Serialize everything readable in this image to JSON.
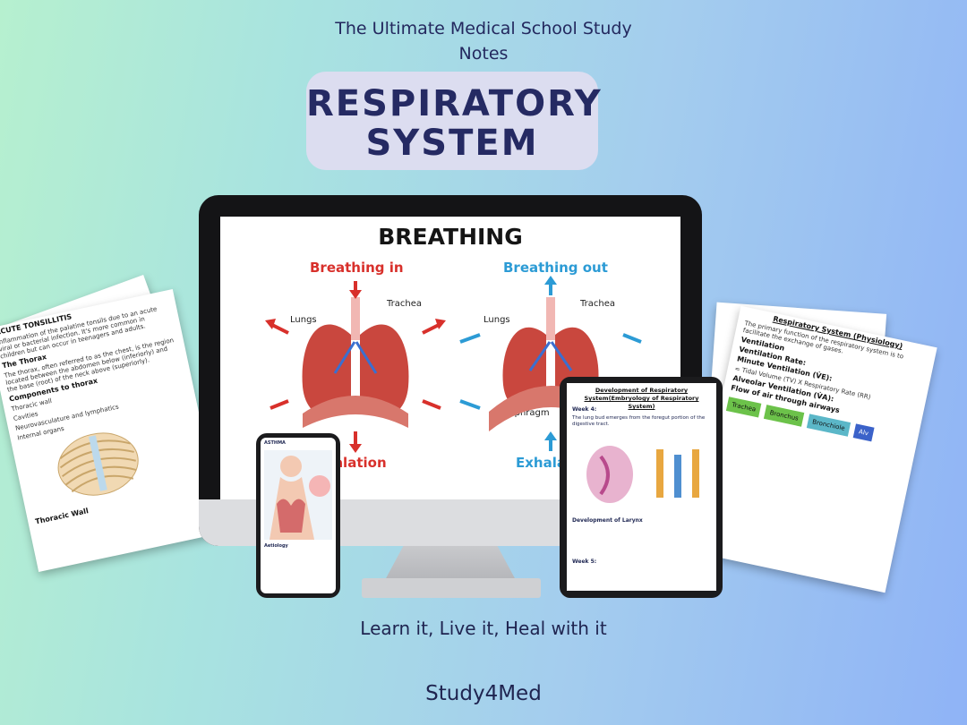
{
  "header": {
    "pre_title_line1": "The Ultimate Medical School Study",
    "pre_title_line2": "Notes",
    "title_line1": "RESPIRATORY",
    "title_line2": "SYSTEM"
  },
  "monitor": {
    "title": "BREATHING",
    "left_heading": "Breathing in",
    "right_heading": "Breathing out",
    "label_trachea_left": "Trachea",
    "label_lungs_left": "Lungs",
    "label_trachea_right": "Trachea",
    "label_lungs_right": "Lungs",
    "label_diaphragm": "Diaphragm",
    "bottom_left": "Inhalation",
    "bottom_right": "Exhalation"
  },
  "left_doc": {
    "heading": "ACUTE TONSILLITIS",
    "line1": "Inflammation of the palatine tonsils due to an acute viral or bacterial infection. It's more common in children but can occur in teenagers and adults.",
    "section": "The Thorax",
    "line2": "The thorax, often referred to as the chest, is the region located between the abdomen below (inferiorly) and the base (root) of the neck above (superiorly).",
    "components": "Components to thorax",
    "items": [
      "Thoracic wall",
      "Cavities",
      "Neurovasculature and lymphatics",
      "Internal organs"
    ],
    "footer": "Thoracic Wall"
  },
  "right_doc": {
    "heading": "Respiratory System (Physiology)",
    "line1": "The primary function of the respiratory system is to facilitate the exchange of gases.",
    "ventilation": "Ventilation",
    "ventilation_rate": "Ventilation Rate:",
    "minute_ventilation": "Minute Ventilation (V̇E):",
    "formula": "= Tidal Volume (TV) X Respiratory Rate (RR)",
    "alveolar": "Alveolar Ventilation (V̇A):",
    "airways": "Flow of air through airways",
    "flow": [
      "Trachea",
      "Bronchus",
      "Bronchiole",
      "Alv"
    ]
  },
  "tablet": {
    "title": "Development of Respiratory System(Embryology of Respiratory System)",
    "week": "Week 4:",
    "line1": "The lung bud emerges from the foregut portion of the digestive tract.",
    "larynx": "Development of Larynx",
    "week5": "Week 5:"
  },
  "phone": {
    "heading": "ASTHMA",
    "aetiology": "Aetiology"
  },
  "footer": {
    "tagline": "Learn it, Live it, Heal with it",
    "brand": "Study4Med"
  }
}
